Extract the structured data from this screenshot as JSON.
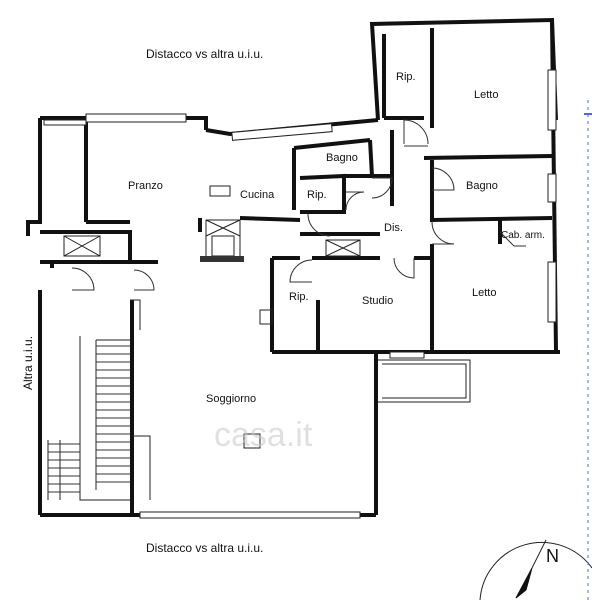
{
  "labels": {
    "distacco_top": "Distacco vs altra u.i.u.",
    "distacco_bottom": "Distacco vs altra u.i.u.",
    "altra_left": "Altra u.i.u.",
    "rip_top": "Rip.",
    "letto_top": "Letto",
    "bagno_1": "Bagno",
    "bagno_2": "Bagno",
    "pranzo": "Pranzo",
    "cucina": "Cucina",
    "rip_mid": "Rip.",
    "dis": "Dis.",
    "cab_arm": "Cab. arm.",
    "rip_low": "Rip.",
    "studio": "Studio",
    "letto_bottom": "Letto",
    "soggiorno": "Soggiorno",
    "north": "N"
  },
  "watermark": "casa.it"
}
